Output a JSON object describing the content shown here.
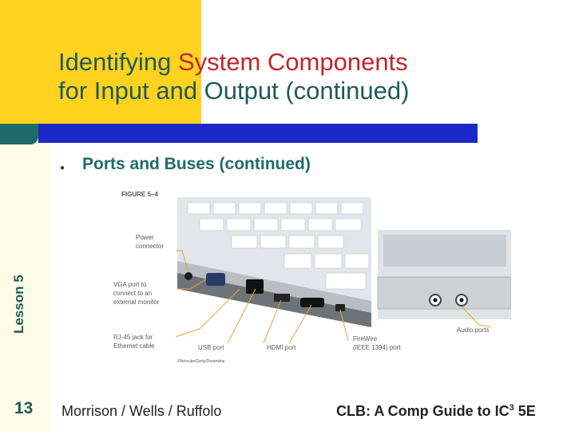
{
  "slide": {
    "title_part1": "Identifying ",
    "title_part2": "System Components",
    "title_part3": "for Input and Output ",
    "title_part4": "(continued)",
    "lesson_label": "Lesson 5",
    "bullet_text": "Ports and Buses (continued)",
    "page_number": "13",
    "footer_left": "Morrison / Wells / Ruffolo",
    "footer_right_prefix": "CLB: A Comp Guide to IC",
    "footer_right_sup": "3",
    "footer_right_suffix": " 5E"
  },
  "figure": {
    "title": "FIGURE 5–4",
    "credit": "©Netsuke/Getty/Dreamline",
    "labels": {
      "power_1": "Power",
      "power_2": "connector",
      "vga_1": "VGA port to",
      "vga_2": "connect to an",
      "vga_3": "external monitor",
      "rj45_1": "RJ-45 jack for",
      "rj45_2": "Ethernet cable",
      "usb": "USB port",
      "hdmi": "HDMI port",
      "firewire_1": "FireWire",
      "firewire_2": "(IEEE 1394) port",
      "audio": "Audio ports"
    }
  },
  "colors": {
    "yellow": "#ffd21f",
    "title_teal": "#1f5a5a",
    "title_red": "#c0262c",
    "bar_blue": "#1d28c8",
    "callout_orange": "#e8a43a"
  }
}
